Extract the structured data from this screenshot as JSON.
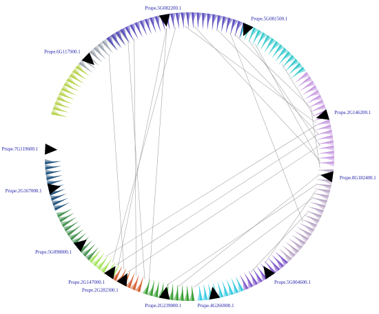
{
  "diagram": {
    "genes": [
      {
        "id": "Prupe.5G082200.1",
        "angle": -100,
        "color": "#000000"
      },
      {
        "id": "Prupe.5G081500.1",
        "angle": -66,
        "color": "#000000"
      },
      {
        "id": "Prupe.2G146200.1",
        "angle": -17,
        "color": "#000000"
      },
      {
        "id": "Prupe.8G182400.1",
        "angle": 8,
        "color": "#000000"
      },
      {
        "id": "Prupe.5G004600.1",
        "angle": 56,
        "color": "#000000"
      },
      {
        "id": "Prupe.4G266900.1",
        "angle": 80,
        "color": "#000000"
      },
      {
        "id": "Prupe.2G239000.1",
        "angle": 100,
        "color": "#000000"
      },
      {
        "id": "Prupe.2G282300.1",
        "angle": 118,
        "color": "#000000"
      },
      {
        "id": "Prupe.2G147000.1",
        "angle": 124,
        "color": "#000000"
      },
      {
        "id": "Prupe.5G098800.1",
        "angle": 141,
        "color": "#000000"
      },
      {
        "id": "Prupe.2G167000.1",
        "angle": 167,
        "color": "#000000"
      },
      {
        "id": "Prupe.7G119600.1",
        "angle": -177,
        "color": "#000000"
      },
      {
        "id": "Prupe.6G117900.1",
        "angle": -136,
        "color": "#000000"
      }
    ],
    "segments": [
      {
        "start": -140,
        "end": -118,
        "color": "#9aa3ae"
      },
      {
        "start": -163,
        "end": -141,
        "color": "#b6d24a"
      },
      {
        "start": -125,
        "end": -68,
        "color": "#5a4dbf"
      },
      {
        "start": -68,
        "end": -38,
        "color": "#35c9cc"
      },
      {
        "start": -36,
        "end": 3,
        "color": "#c79be0"
      },
      {
        "start": 5,
        "end": 46,
        "color": "#b9a7c6"
      },
      {
        "start": 47,
        "end": 67,
        "color": "#7e55c9"
      },
      {
        "start": 68,
        "end": 86,
        "color": "#35c9e0"
      },
      {
        "start": 88,
        "end": 108,
        "color": "#2f9a2a"
      },
      {
        "start": 110,
        "end": 121,
        "color": "#d45a2a"
      },
      {
        "start": 122,
        "end": 133,
        "color": "#a4e35a"
      },
      {
        "start": 134,
        "end": 157,
        "color": "#3e8f4c"
      },
      {
        "start": 158,
        "end": 178,
        "color": "#1c4f7a"
      }
    ],
    "links": [
      [
        -100,
        123
      ],
      [
        -100,
        108
      ],
      [
        -96,
        126
      ],
      [
        -92,
        -15
      ],
      [
        -88,
        2
      ],
      [
        -78,
        -10
      ],
      [
        -72,
        30
      ],
      [
        -70,
        -22
      ],
      [
        -63,
        -5
      ],
      [
        -118,
        110
      ],
      [
        -115,
        114
      ],
      [
        -128,
        120
      ],
      [
        -10,
        124
      ],
      [
        -14,
        130
      ],
      [
        -5,
        118
      ],
      [
        8,
        95
      ],
      [
        12,
        100
      ],
      [
        15,
        55
      ],
      [
        25,
        62
      ],
      [
        18,
        88
      ],
      [
        -22,
        5
      ],
      [
        -60,
        3
      ],
      [
        -45,
        -18
      ]
    ]
  }
}
